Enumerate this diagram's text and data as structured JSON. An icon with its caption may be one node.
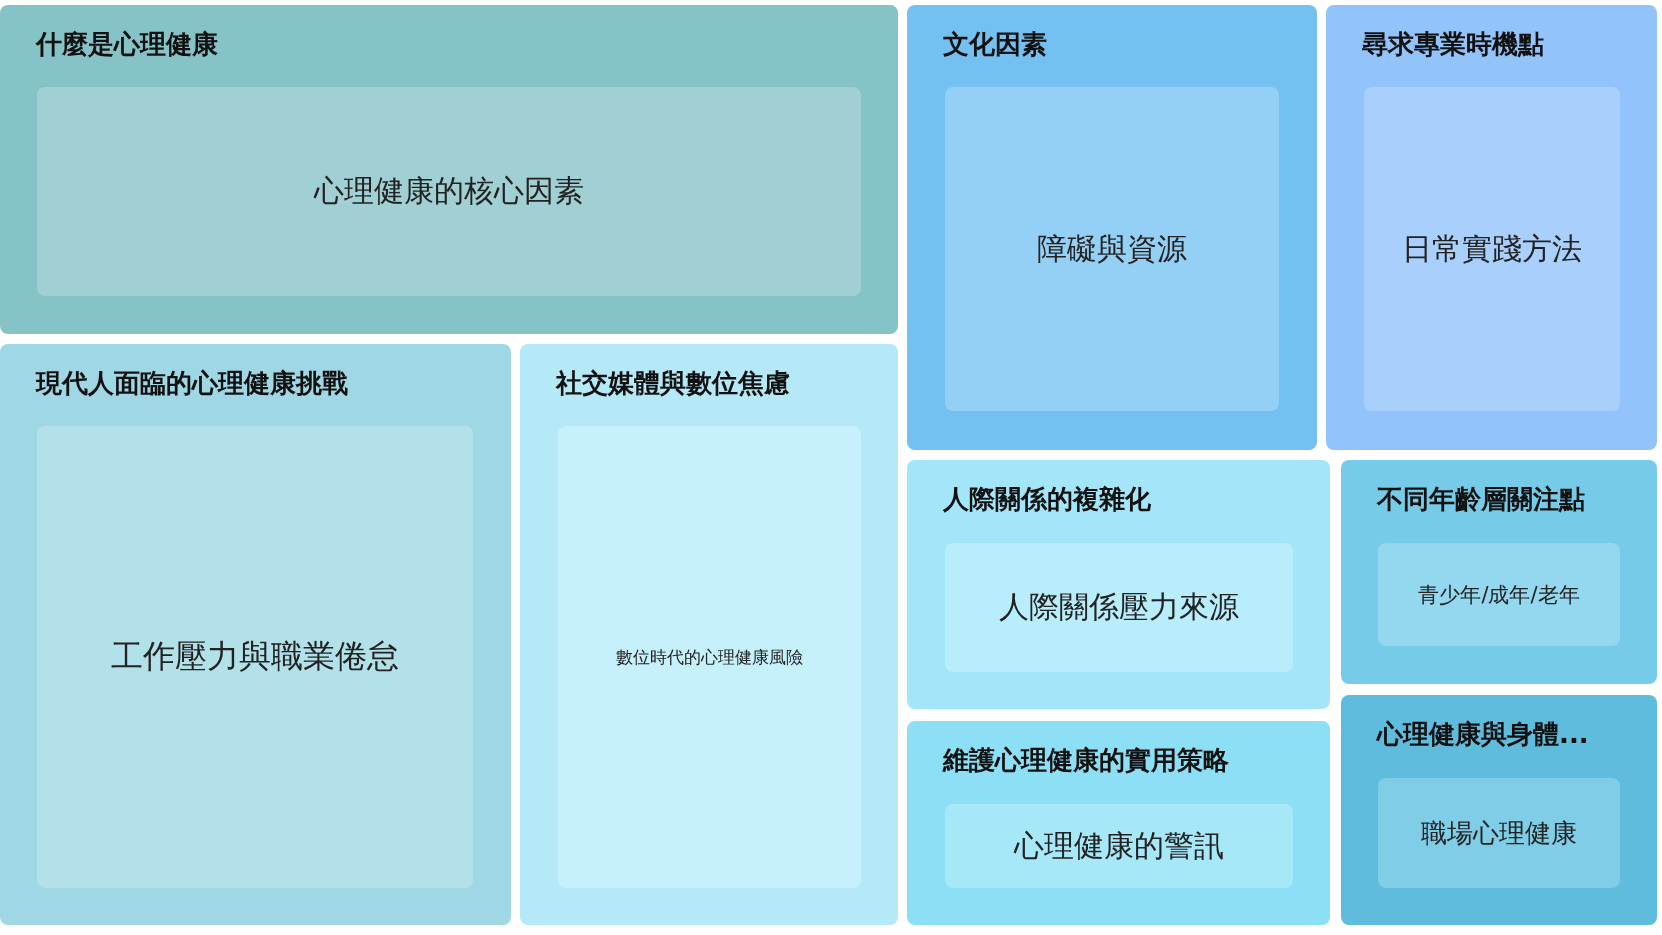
{
  "diagram": {
    "nodes": [
      {
        "text": [
          "什麼是心理健康"
        ]
      },
      {
        "text": [
          "心理健康的核心因素"
        ],
        "in": 0
      },
      {
        "text": [
          "文化因素"
        ]
      },
      {
        "text": [
          "障礙與資源"
        ],
        "in": 2
      },
      {
        "text": [
          "尋求專業時機點"
        ]
      },
      {
        "text": [
          "日常實踐方法"
        ],
        "in": 4
      },
      {
        "text": [
          "現代人面臨的心理健康挑戰"
        ]
      },
      {
        "text": [
          "工作壓力與職業倦怠"
        ],
        "in": 6
      },
      {
        "text": [
          "社交媒體與數位焦慮"
        ]
      },
      {
        "text": [
          "數位時代的心理健康風險"
        ],
        "in": 8
      },
      {
        "text": [
          "人際關係的複雜化"
        ]
      },
      {
        "text": [
          "人際關係壓力來源"
        ],
        "in": 10
      },
      {
        "text": [
          "不同年齡層關注點"
        ]
      },
      {
        "text": [
          "青少年/成年/老年"
        ],
        "in": 12
      },
      {
        "text": [
          "維護心理健康的實用策略"
        ]
      },
      {
        "text": [
          "心理健康的警訊"
        ],
        "in": 14
      },
      {
        "text": [
          "心理健康與身體..."
        ]
      },
      {
        "text": [
          "職場心理健康"
        ],
        "in": 16
      }
    ],
    "edges": []
  }
}
